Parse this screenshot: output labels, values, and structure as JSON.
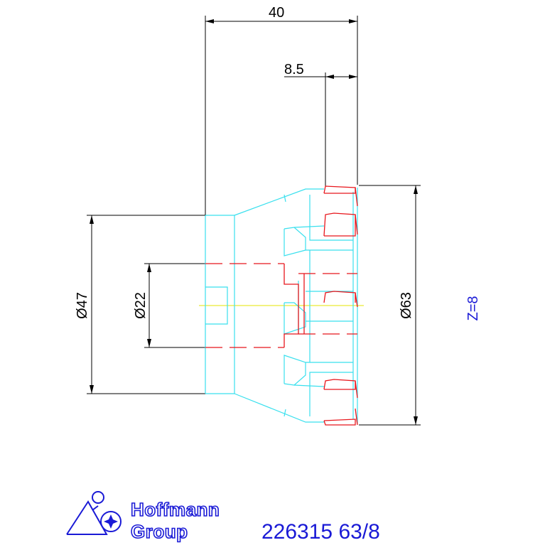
{
  "drawing": {
    "dim_overall_length": "40",
    "dim_flange": "8.5",
    "dim_bore_outer": "Ø47",
    "dim_bore_inner": "Ø22",
    "dim_cutter_diameter": "Ø63",
    "teeth_count": "Z=8"
  },
  "title_block": {
    "brand_line1": "Hoffmann",
    "brand_line2": "Group",
    "part_number": "226315 63/8"
  },
  "colors": {
    "outline": "#39e0ee",
    "cutting_edges": "#e8161c",
    "dimensions": "#000000",
    "centerline": "#e5e500",
    "brand": "#1a1ad6"
  }
}
